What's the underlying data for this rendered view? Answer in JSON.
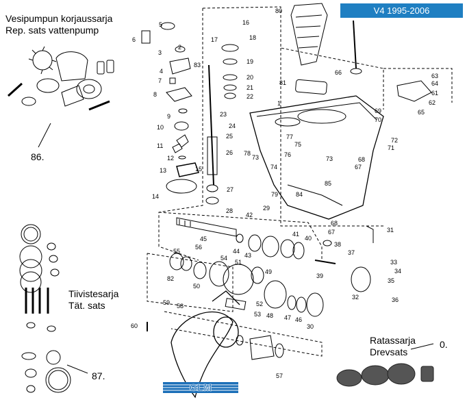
{
  "badge": "V4 1995-2006",
  "kits": {
    "water_pump": {
      "line1": "Vesipumpun korjaussarja",
      "line2": "Rep. sats vattenpump",
      "number": "86."
    },
    "seal": {
      "line1": "Tiivistesarja",
      "line2": "Tät. sats",
      "number": "87."
    },
    "gear": {
      "line1": "Ratassarja",
      "line2": "Drevsats",
      "number": "0."
    }
  },
  "logo_text": "GLM",
  "colors": {
    "badge": "#1f7fc2",
    "logo": "#1b6fb8",
    "line": "#000000"
  },
  "parts": [
    "1",
    "2",
    "3",
    "4",
    "5",
    "6",
    "7",
    "8",
    "9",
    "10",
    "11",
    "12",
    "13",
    "14",
    "15",
    "16",
    "17",
    "18",
    "19",
    "20",
    "21",
    "22",
    "23",
    "24",
    "25",
    "26",
    "27",
    "28",
    "29",
    "30",
    "31",
    "32",
    "33",
    "34",
    "35",
    "36",
    "37",
    "38",
    "39",
    "40",
    "41",
    "42",
    "43",
    "44",
    "45",
    "46",
    "47",
    "48",
    "49",
    "50",
    "51",
    "52",
    "53",
    "54",
    "55",
    "56",
    "57",
    "58",
    "59",
    "60",
    "61",
    "62",
    "63",
    "64",
    "65",
    "66",
    "67",
    "67",
    "68",
    "68",
    "69",
    "70",
    "71",
    "72",
    "73",
    "73",
    "74",
    "75",
    "76",
    "77",
    "78",
    "79",
    "80",
    "81",
    "82",
    "83",
    "84",
    "85"
  ]
}
